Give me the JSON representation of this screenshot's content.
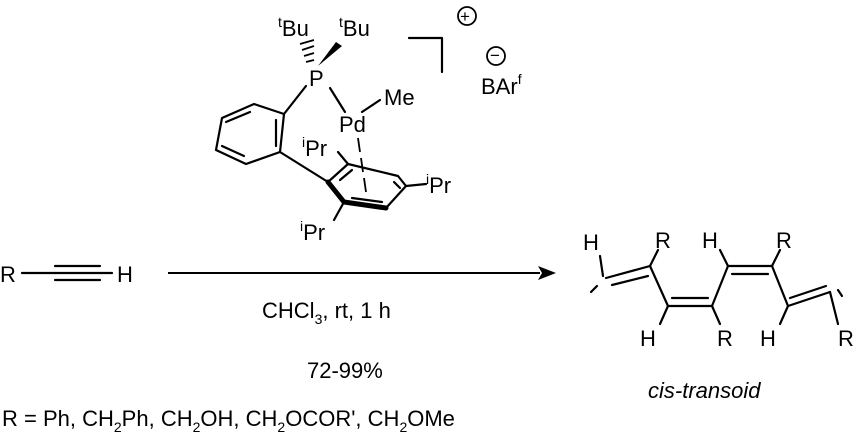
{
  "catalyst": {
    "tbu_label": "Bu",
    "tbu_prefix": "t",
    "p_label": "P",
    "pd_label": "Pd",
    "me_label": "Me",
    "ipr_label": "Pr",
    "ipr_prefix": "i",
    "charge_plus": "+",
    "charge_minus": "−",
    "counterion": "BAr",
    "counterion_sup": "f"
  },
  "reactant": {
    "r": "R",
    "h": "H"
  },
  "conditions": {
    "solvent_pre": "CHCl",
    "solvent_sub": "3",
    "solvent_post": ", rt, 1 h",
    "yield": "72-99%"
  },
  "product": {
    "h": "H",
    "r": "R",
    "caption": "cis-transoid"
  },
  "substituents": {
    "prefix": "R = Ph, ",
    "items": [
      {
        "pre": "CH",
        "sub": "2",
        "post": "Ph"
      },
      {
        "pre": "CH",
        "sub": "2",
        "post": "OH"
      },
      {
        "pre": "CH",
        "sub": "2",
        "post": "OCOR'"
      },
      {
        "pre": "CH",
        "sub": "2",
        "post": "OMe"
      }
    ]
  }
}
